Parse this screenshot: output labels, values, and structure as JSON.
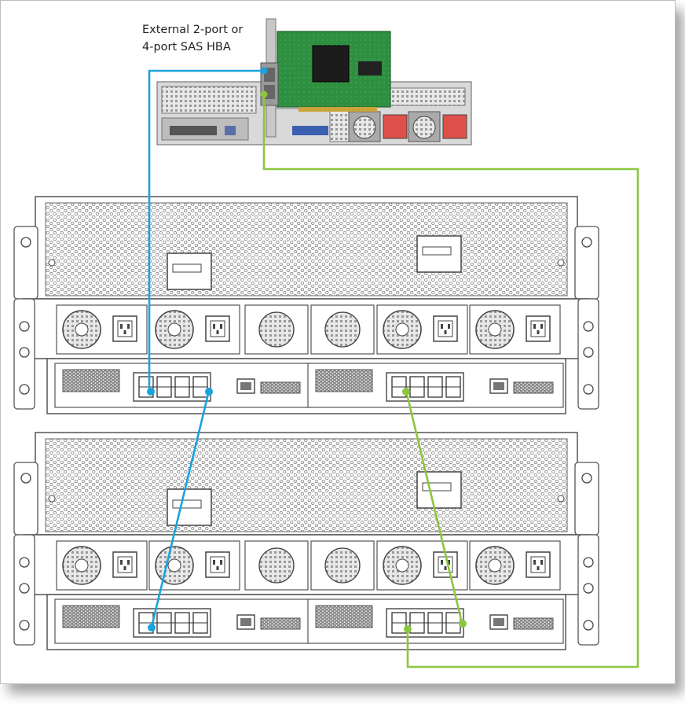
{
  "caption": {
    "line1": "External 2-port or",
    "line2": "4-port SAS HBA"
  },
  "colors": {
    "cable_blue": "#1aa3dd",
    "cable_green": "#8cc63f",
    "hba_pcb": "#2e8b3e",
    "enclosure_stroke": "#555555"
  },
  "components": {
    "server": "server-rear-icon",
    "hba": "sas-hba-card-icon",
    "enclosures": [
      "storage-enclosure-top",
      "storage-enclosure-bottom"
    ]
  }
}
